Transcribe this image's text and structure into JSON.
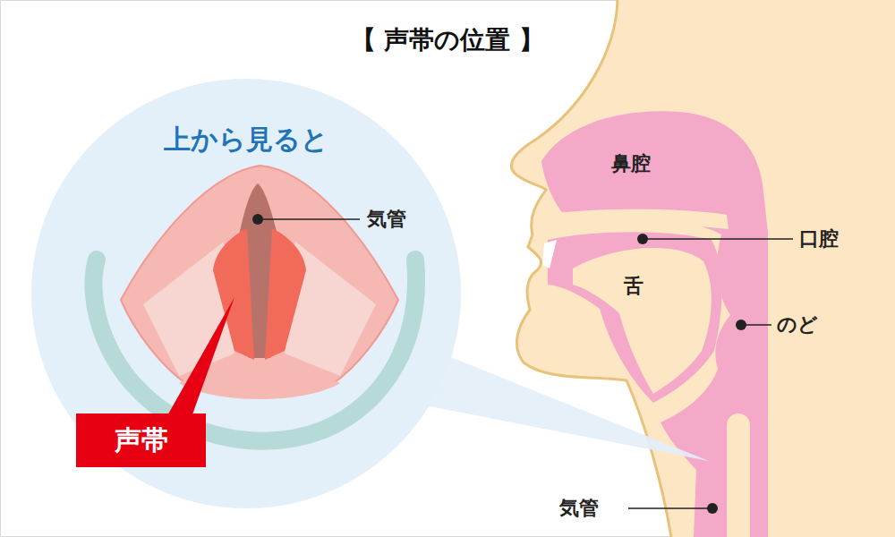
{
  "diagram": {
    "title": "【 声帯の位置 】",
    "nodes": [
      {
        "text": [
          "声帯"
        ]
      }
    ],
    "labels": [
      "上から見ると",
      "気管",
      "鼻腔",
      "口腔",
      "舌",
      "のど",
      "気管"
    ]
  }
}
